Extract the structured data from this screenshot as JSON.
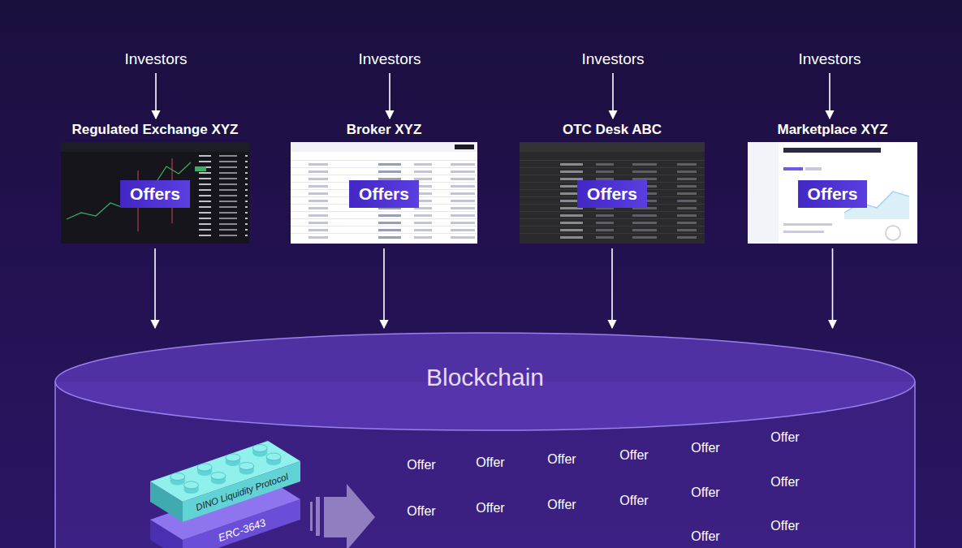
{
  "diagram": {
    "nodes": [
      {
        "text": [
          "Investors"
        ]
      },
      {
        "text": [
          "Investors"
        ]
      },
      {
        "text": [
          "Investors"
        ]
      },
      {
        "text": [
          "Investors"
        ]
      },
      {
        "text": [
          "Regulated Exchange XYZ",
          "Offers"
        ]
      },
      {
        "text": [
          "Broker XYZ",
          "Offers"
        ]
      },
      {
        "text": [
          "OTC Desk ABC",
          "Offers"
        ]
      },
      {
        "text": [
          "Marketplace XYZ",
          "Offers"
        ]
      },
      {
        "text": [
          "Blockchain"
        ]
      },
      {
        "text": [
          "DINO Liquidity Protocol"
        ],
        "in": 8
      },
      {
        "text": [
          "ERC-3643"
        ],
        "in": 8
      }
    ],
    "edges": [
      {
        "from": 0,
        "to": 4,
        "arrow": "to"
      },
      {
        "from": 1,
        "to": 5,
        "arrow": "to"
      },
      {
        "from": 2,
        "to": 6,
        "arrow": "to"
      },
      {
        "from": 3,
        "to": 7,
        "arrow": "to"
      },
      {
        "from": 4,
        "to": 8,
        "arrow": "to"
      },
      {
        "from": 5,
        "to": 8,
        "arrow": "to"
      },
      {
        "from": 6,
        "to": 8,
        "arrow": "to"
      },
      {
        "from": 7,
        "to": 8,
        "arrow": "to"
      }
    ],
    "labels": [
      "Offer",
      "Offer",
      "Offer",
      "Offer",
      "Offer",
      "Offer",
      "Offer",
      "Offer",
      "Offer",
      "Offer",
      "Offer",
      "Offer",
      "Offer",
      "Offer"
    ]
  }
}
